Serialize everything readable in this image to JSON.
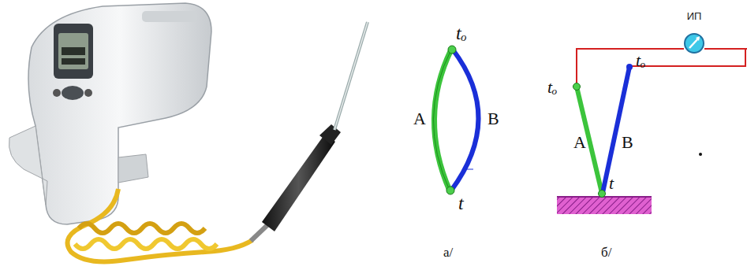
{
  "diagram": {
    "nodes": [
      {
        "text": [
          "ИП"
        ]
      }
    ],
    "labels": [
      "tₒ",
      "A",
      "B",
      "t",
      "a/",
      "tₒ",
      "tₒ",
      "A",
      "B",
      "t",
      "б/"
    ]
  }
}
